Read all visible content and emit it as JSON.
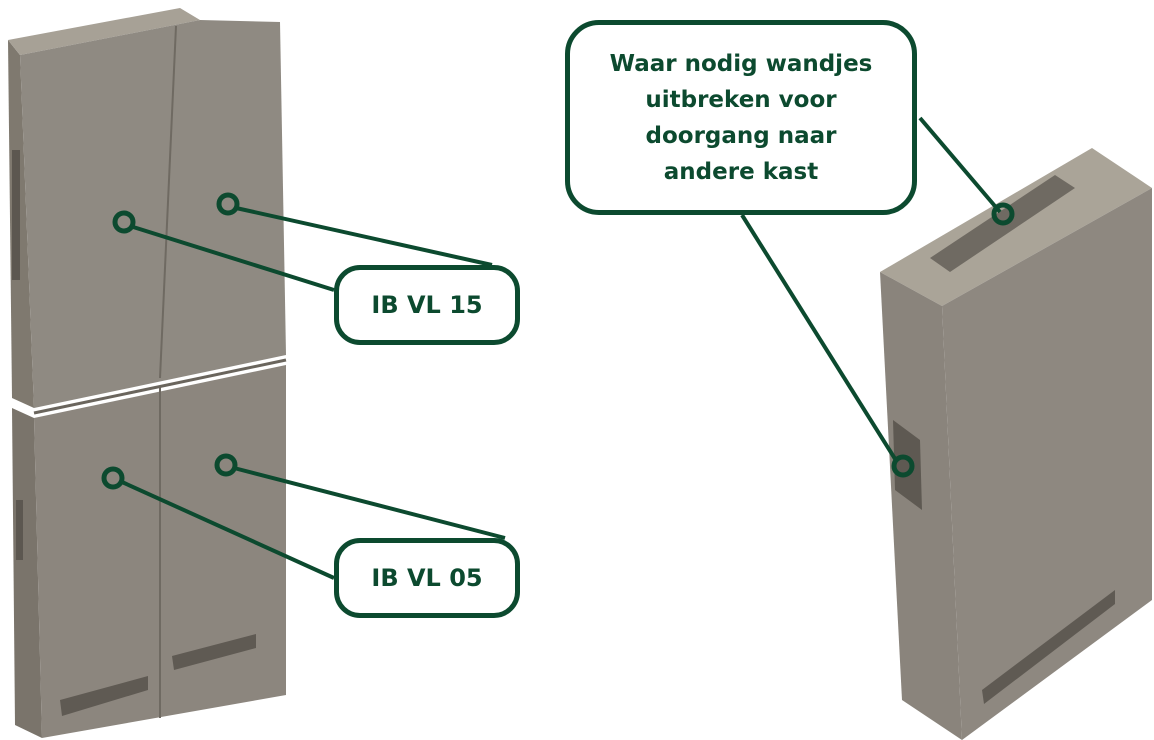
{
  "labels": {
    "top_unit": "IB VL 15",
    "bottom_unit": "IB VL 05",
    "note_lines": [
      "Waar nodig wandjes",
      "uitbreken voor",
      "doorgang naar",
      "andere kast"
    ]
  },
  "colors": {
    "accent": "#0c4a2f",
    "concrete_front": "#8e8880",
    "concrete_side": "#7a746c",
    "concrete_top": "#a9a397",
    "slot": "#5f5a53"
  }
}
